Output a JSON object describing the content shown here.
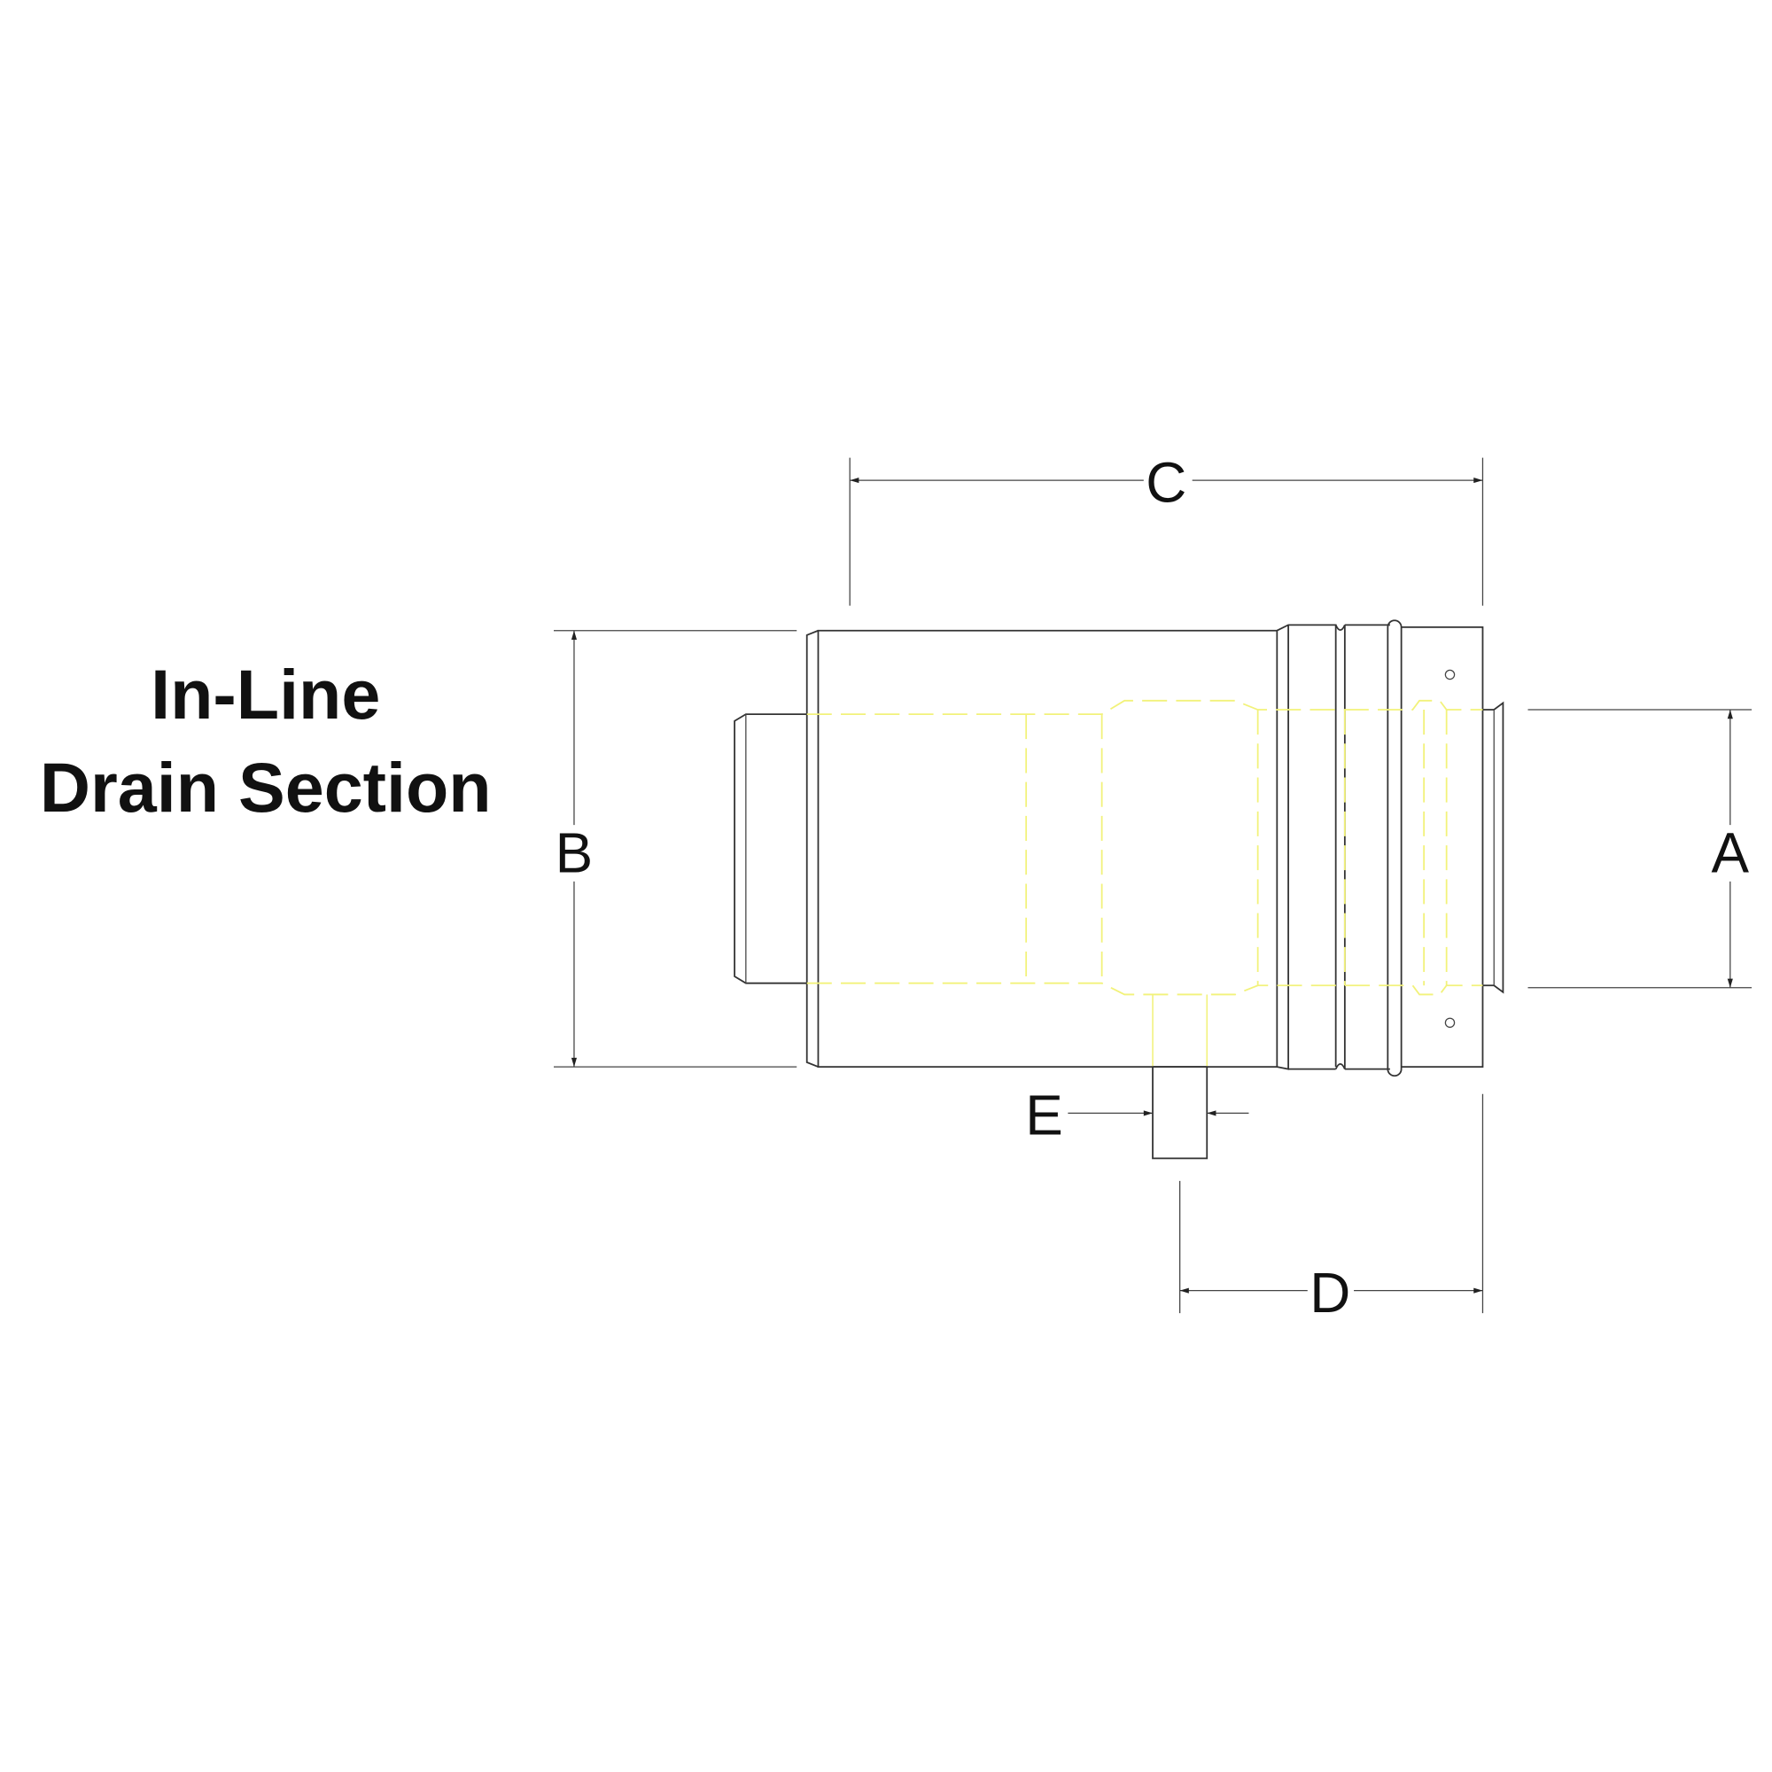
{
  "title": {
    "line1": "In-Line",
    "line2": "Drain Section"
  },
  "dimensions": {
    "A": "A",
    "B": "B",
    "C": "C",
    "D": "D",
    "E": "E"
  },
  "colors": {
    "outline": "#333333",
    "hidden_lines": "#f2f27a",
    "text": "#111111"
  }
}
